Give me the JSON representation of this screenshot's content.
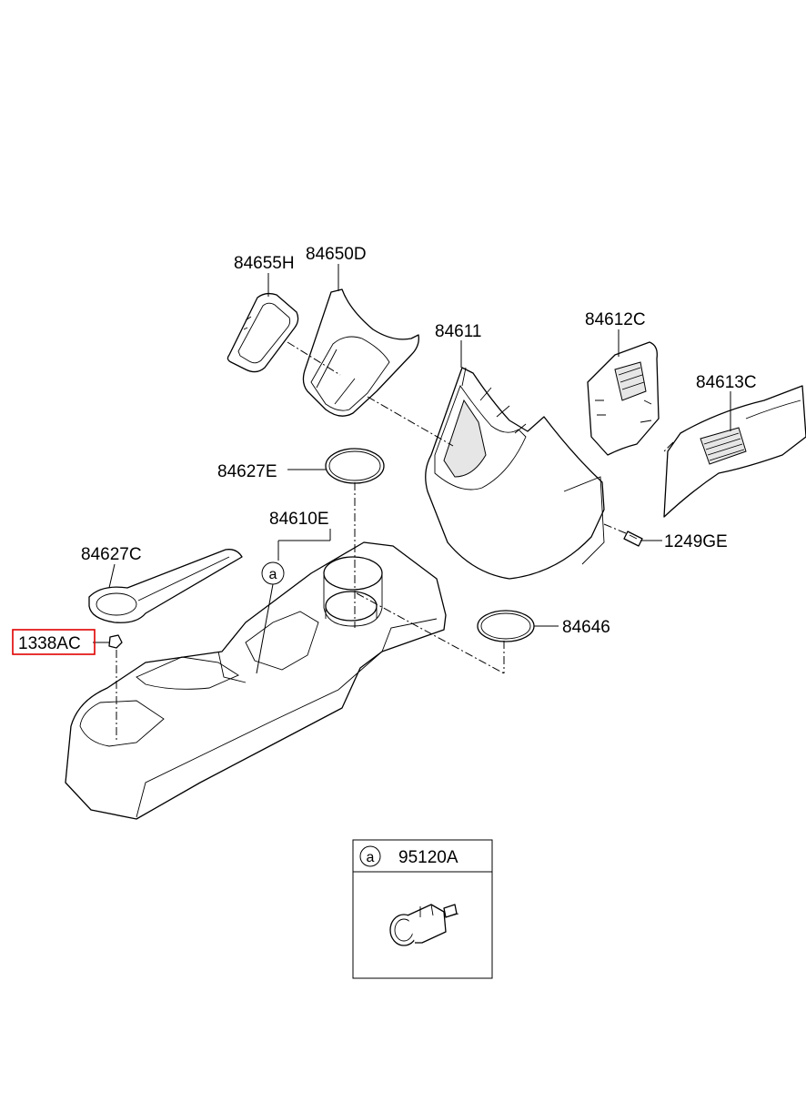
{
  "parts": {
    "p84655H": "84655H",
    "p84650D": "84650D",
    "p84611": "84611",
    "p84612C": "84612C",
    "p84613C": "84613C",
    "p84627E": "84627E",
    "p84610E": "84610E",
    "p84627C": "84627C",
    "p1338AC": "1338AC",
    "p1249GE": "1249GE",
    "p84646": "84646"
  },
  "callout": {
    "marker": "a",
    "part_number": "95120A"
  },
  "highlight_color": "#e00000"
}
